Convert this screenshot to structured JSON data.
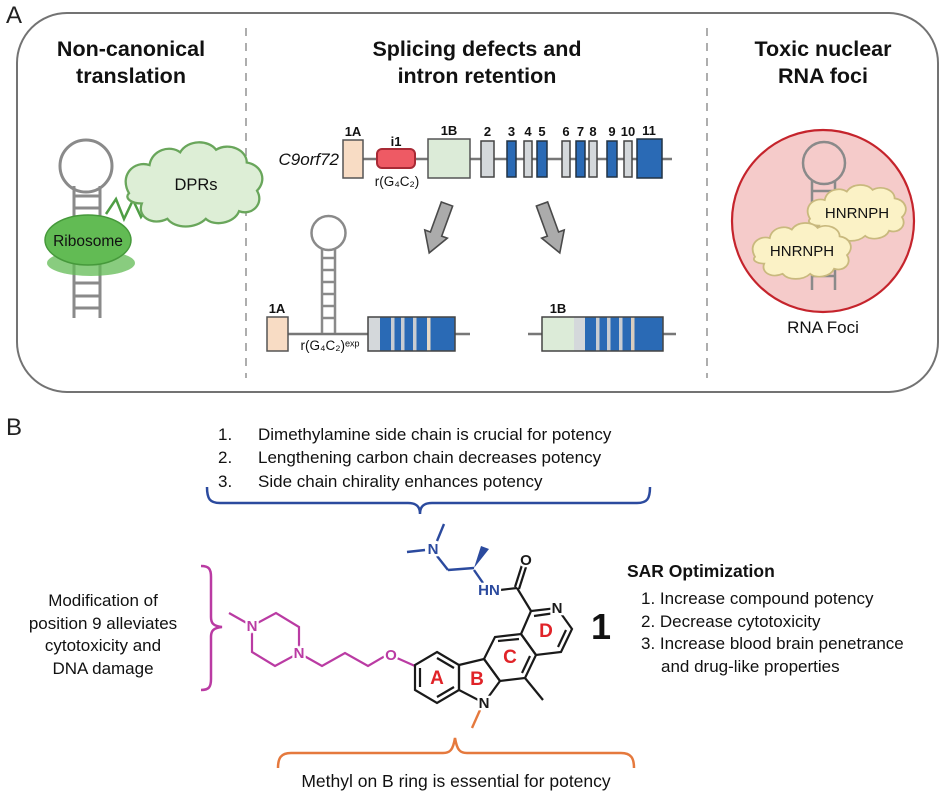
{
  "colors": {
    "exon_blue": "#2A6AB5",
    "exon_gray": "#D4D8DB",
    "exon_peach": "#F8DCC4",
    "exon_green": "#DCEBD8",
    "intron_red": "#EE5A64",
    "intron_red_border": "#A82A35",
    "ribosome_green": "#62BB54",
    "dprs_cloud_green": "#DDEED6",
    "foci_pink": "#F5CBCA",
    "foci_red_border": "#C5242C",
    "hnrnph_yellow": "#FBF2C6",
    "sidechain_blue": "#2B4A9E",
    "piperazine_magenta": "#BA3BA3",
    "brace_orange": "#E5793D",
    "ring_label_red": "#E02328"
  },
  "panelA": {
    "label": "A",
    "translation": {
      "title1": "Non-canonical",
      "title2": "translation",
      "ribosome": "Ribosome",
      "dprs": "DPRs"
    },
    "splicing": {
      "title1": "Splicing defects and",
      "title2": "intron retention",
      "gene": "C9orf72",
      "repeat": "r(G₄C₂)",
      "exons": [
        {
          "label": "1A"
        },
        {
          "label": "i1"
        },
        {
          "label": "1B"
        },
        {
          "label": "2"
        },
        {
          "label": "3"
        },
        {
          "label": "4"
        },
        {
          "label": "5"
        },
        {
          "label": "6"
        },
        {
          "label": "7"
        },
        {
          "label": "8"
        },
        {
          "label": "9"
        },
        {
          "label": "10"
        },
        {
          "label": "11"
        }
      ],
      "product1": {
        "exon": "1A",
        "repeat": "r(G₄C₂)ᵉˣᵖ"
      },
      "product2": {
        "exon": "1B"
      }
    },
    "foci": {
      "title1": "Toxic nuclear",
      "title2": "RNA foci",
      "clouds": [
        "HNRNPH",
        "HNRNPH"
      ],
      "caption": "RNA Foci"
    }
  },
  "panelB": {
    "label": "B",
    "notes": [
      {
        "num": "1.",
        "text": "Dimethylamine side chain is crucial for potency"
      },
      {
        "num": "2.",
        "text": "Lengthening carbon chain decreases potency"
      },
      {
        "num": "3.",
        "text": "Side chain chirality enhances potency"
      }
    ],
    "left_note": [
      "Modification of",
      "position 9 alleviates",
      "cytotoxicity and",
      "DNA damage"
    ],
    "sar": {
      "title": "SAR Optimization",
      "items": [
        "1. Increase compound potency",
        "2. Decrease cytotoxicity",
        "3. Increase blood brain penetrance",
        "and drug-like properties"
      ]
    },
    "bottom_note": "Methyl on B ring is essential for potency",
    "compound_number": "1",
    "molecule": {
      "rings": {
        "a": "A",
        "b": "B",
        "c": "C",
        "d": "D"
      },
      "atoms": {
        "piperazine_n1": "N",
        "piperazine_n2": "N",
        "ether_o": "O",
        "carbonyl_o": "O",
        "amide": "HN",
        "amine_n": "N",
        "pyridine_n": "N",
        "pyrrole_n": "N"
      }
    }
  }
}
